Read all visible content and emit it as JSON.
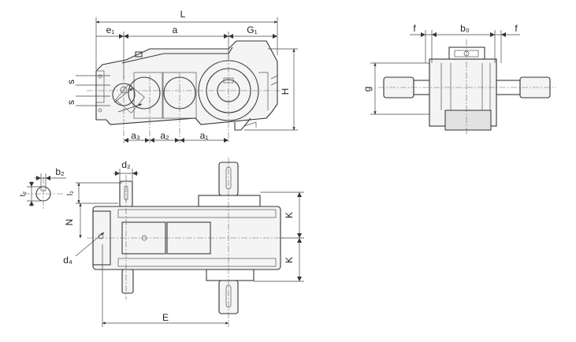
{
  "dimensions": {
    "L": "L",
    "e1": "e₁",
    "a": "a",
    "G1": "G₁",
    "s_top": "s",
    "s_bottom": "s",
    "H": "H",
    "a3": "a₃",
    "a2": "a₂",
    "a1": "a₁",
    "f_left": "f",
    "b0": "b₀",
    "f_right": "f",
    "g": "g",
    "b2": "b₂",
    "t2": "t₂",
    "d2": "d₂",
    "l2": "l₂",
    "N": "N",
    "d4": "d₄",
    "K_top": "K",
    "K_bottom": "K",
    "E": "E"
  }
}
